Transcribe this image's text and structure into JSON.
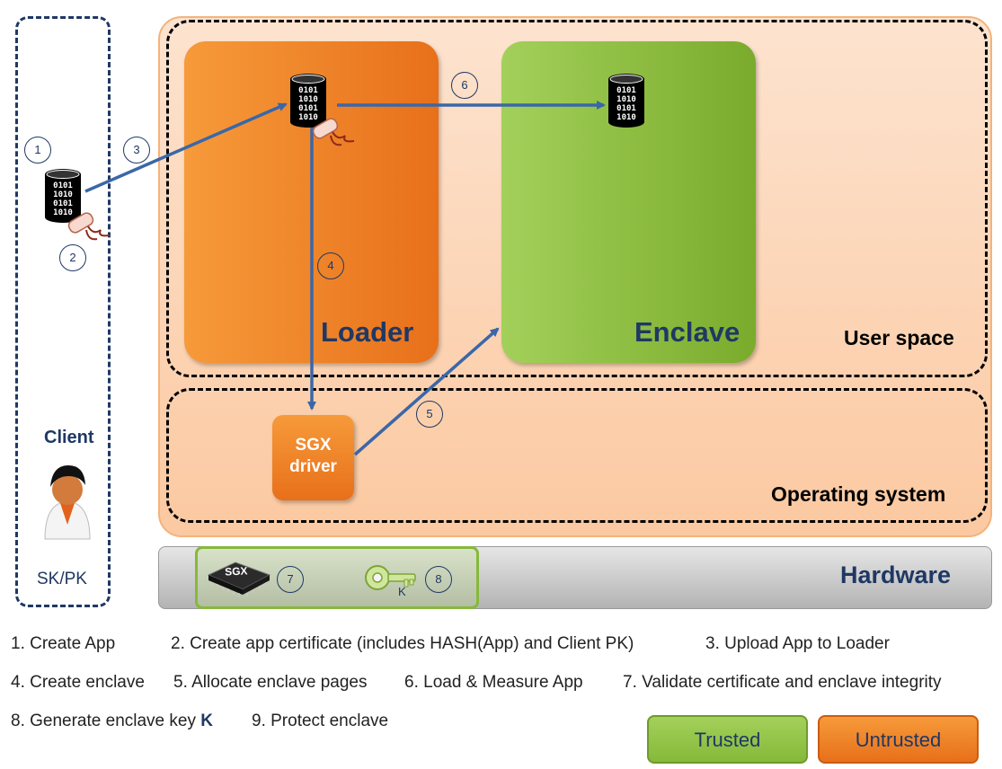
{
  "zones": {
    "client": "Client",
    "client_keys": "SK/PK",
    "loader": "Loader",
    "enclave": "Enclave",
    "user_space": "User space",
    "operating_system": "Operating system",
    "hardware": "Hardware",
    "sgx_driver_line1": "SGX",
    "sgx_driver_line2": "driver",
    "sgx_chip": "SGX",
    "key_label": "K"
  },
  "markers": [
    "1",
    "2",
    "3",
    "4",
    "5",
    "6",
    "7",
    "8"
  ],
  "steps": {
    "s1": "1. Create App",
    "s2": "2. Create app certificate (includes HASH(App) and Client PK)",
    "s3": "3. Upload App to Loader",
    "s4": "4. Create enclave",
    "s5": "5. Allocate enclave pages",
    "s6": "6. Load & Measure App",
    "s7": "7. Validate certificate and enclave integrity",
    "s8_prefix": "8. Generate enclave key ",
    "s8_key": "K",
    "s9": "9. Protect enclave"
  },
  "legend": {
    "trusted": "Trusted",
    "untrusted": "Untrusted"
  },
  "colors": {
    "trusted": "#86b93a",
    "untrusted": "#e8701a",
    "arrow": "#3a67a8",
    "label_navy": "#1f3864"
  },
  "icons": {
    "app": "database-binary-icon",
    "certificate": "scroll-certificate-icon",
    "user": "user-avatar-icon",
    "chip": "sgx-chip-icon",
    "key": "key-icon"
  }
}
